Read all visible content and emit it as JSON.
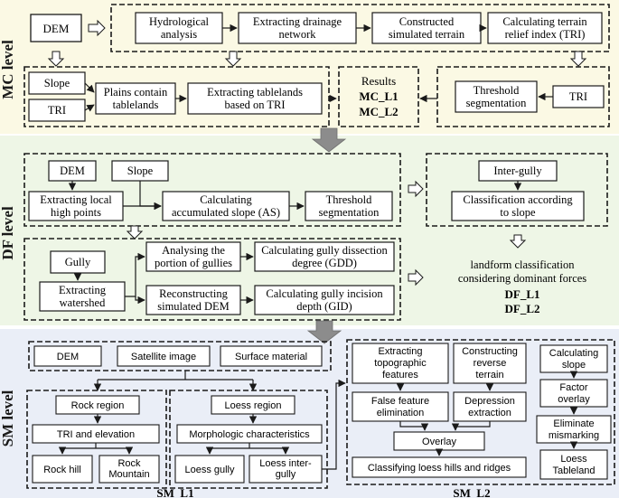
{
  "levels": {
    "mc": "MC level",
    "df": "DF level",
    "sm": "SM level"
  },
  "mc": {
    "dem": "DEM",
    "hydro": [
      "Hydrological",
      "analysis"
    ],
    "drain": [
      "Extracting drainage",
      "network"
    ],
    "constr": [
      "Constructed",
      "simulated terrain"
    ],
    "calc_tri": [
      "Calculating terrain",
      "relief index (TRI)"
    ],
    "slope": "Slope",
    "tri_left": "TRI",
    "plains": [
      "Plains contain",
      "tablelands"
    ],
    "extract_tbl": [
      "Extracting tablelands",
      "based on TRI"
    ],
    "results_title": "Results",
    "results_1": "MC_L1",
    "results_2": "MC_L2",
    "threshold": [
      "Threshold",
      "segmentation"
    ],
    "tri_right": "TRI"
  },
  "df": {
    "dem": "DEM",
    "slope": "Slope",
    "local_high": [
      "Extracting local",
      "high points"
    ],
    "calc_as": [
      "Calculating",
      "accumulated slope (AS)"
    ],
    "threshold": [
      "Threshold",
      "segmentation"
    ],
    "inter_gully": "Inter-gully",
    "classif_slope": [
      "Classification according",
      "to slope"
    ],
    "gully": "Gully",
    "watershed": [
      "Extracting",
      "watershed"
    ],
    "analysing": [
      "Analysing the",
      "portion of gullies"
    ],
    "gdd": [
      "Calculating gully dissection",
      "degree (GDD)"
    ],
    "reconstruct": [
      "Reconstructing",
      "simulated DEM"
    ],
    "gid": [
      "Calculating gully incision",
      "depth (GID)"
    ],
    "landform": [
      "landform classification",
      "considering dominant forces"
    ],
    "out_1": "DF_L1",
    "out_2": "DF_L2"
  },
  "sm": {
    "dem": "DEM",
    "satellite": "Satellite image",
    "surface": "Surface material",
    "rock_region": "Rock region",
    "tri_elev": "TRI and elevation",
    "rock_hill": "Rock hill",
    "rock_mountain": [
      "Rock",
      "Mountain"
    ],
    "loess_region": "Loess region",
    "morph": "Morphologic characteristics",
    "loess_gully": "Loess gully",
    "loess_inter": [
      "Loess inter-",
      "gully"
    ],
    "label_l1": "SM_L1",
    "topo": [
      "Extracting",
      "topographic",
      "features"
    ],
    "reverse": [
      "Constructing",
      "reverse",
      "terrain"
    ],
    "false_elim": [
      "False feature",
      "elimination"
    ],
    "depression": [
      "Depression",
      "extraction"
    ],
    "overlay": "Overlay",
    "classify_loess": "Classifying loess hills and ridges",
    "calc_slope": [
      "Calculating",
      "slope"
    ],
    "factor": [
      "Factor",
      "overlay"
    ],
    "eliminate": [
      "Eliminate",
      "mismarking"
    ],
    "loess_tbl": [
      "Loess",
      "Tableland"
    ],
    "label_l2": "SM_L2"
  },
  "colors": {
    "mc_bg": "#fbf9e4",
    "df_bg": "#eef6e6",
    "sm_bg": "#eaeef7",
    "stroke": "#1a1a1a",
    "big_arrow": "#8c8c8c"
  }
}
